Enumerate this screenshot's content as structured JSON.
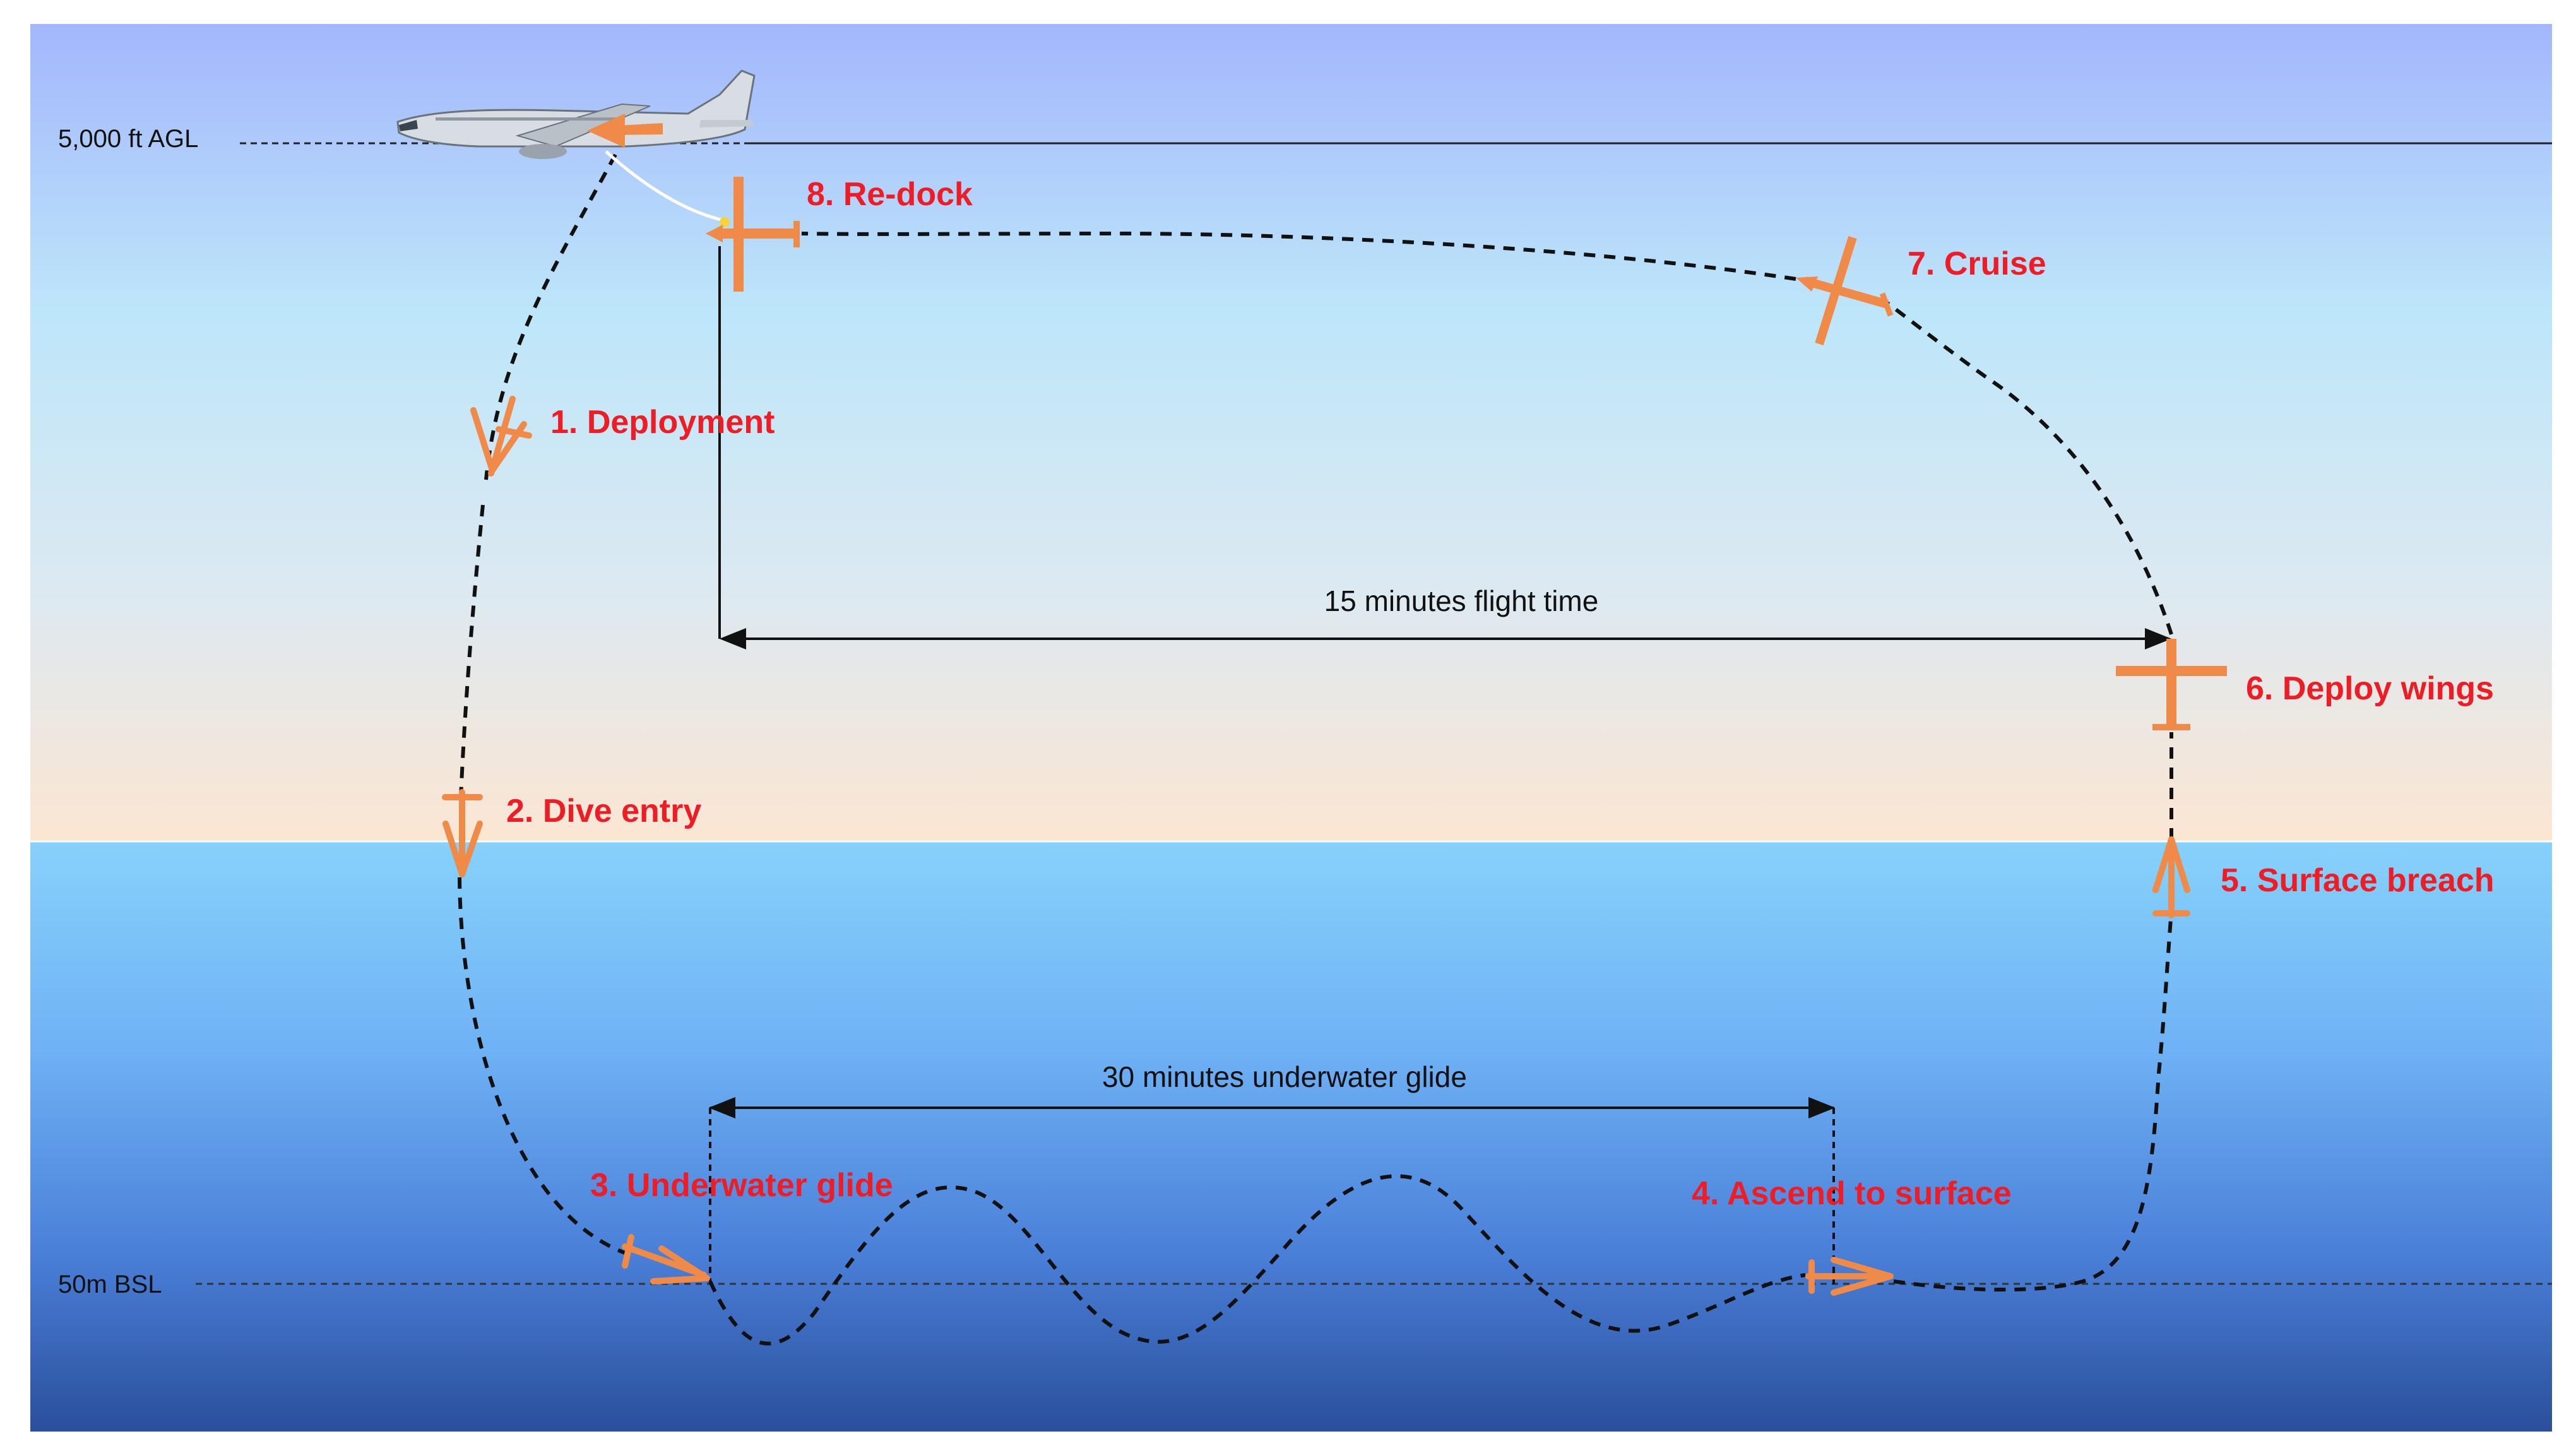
{
  "reference_lines": {
    "altitude": "5,000 ft AGL",
    "depth": "50m BSL"
  },
  "durations": {
    "flight": "15 minutes flight time",
    "underwater": "30 minutes underwater glide"
  },
  "steps": [
    {
      "id": "deployment",
      "label": "1. Deployment"
    },
    {
      "id": "dive-entry",
      "label": "2. Dive entry"
    },
    {
      "id": "underwater-glide",
      "label": "3. Underwater glide"
    },
    {
      "id": "ascend-to-surface",
      "label": "4. Ascend to surface"
    },
    {
      "id": "surface-breach",
      "label": "5. Surface breach"
    },
    {
      "id": "deploy-wings",
      "label": "6. Deploy wings"
    },
    {
      "id": "cruise",
      "label": "7. Cruise"
    },
    {
      "id": "re-dock",
      "label": "8. Re-dock"
    }
  ],
  "colors": {
    "step_label": "#ee1c25",
    "marker": "#f08a48",
    "path": "#111111",
    "sky_top": "#a3b6fc",
    "sky_mid": "#bde6fa",
    "sky_horizon": "#fce6d2",
    "sea_top": "#86d2fb",
    "sea_mid": "#5d99ee",
    "sea_bottom": "#2a4f9b"
  }
}
